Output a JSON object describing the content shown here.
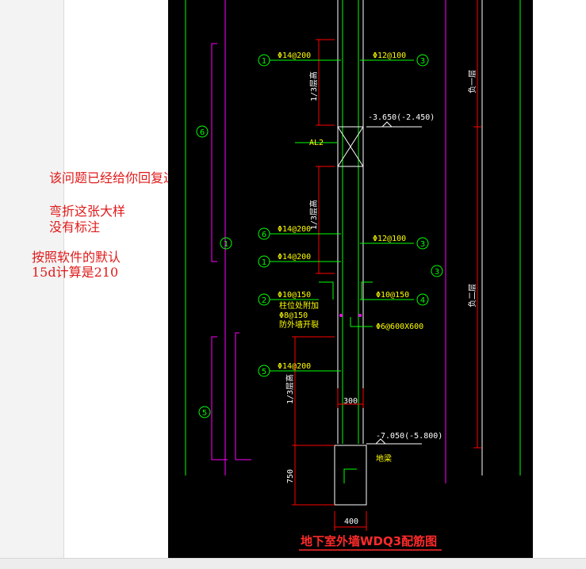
{
  "notes": [
    "该问题已经给你回复过",
    "弯折这张大样",
    "没有标注",
    "按照软件的默认",
    "15d计算是210"
  ],
  "drawing": {
    "title": "地下室外墙WDQ3配筋图",
    "labels": {
      "rebar_1_left": "Φ14@200",
      "rebar_3_right": "Φ12@100",
      "span_upper": "1/3层高",
      "elev_top": "-3.650(-2.450)",
      "beam": "AL2",
      "span_mid": "1/3层高",
      "rebar_6_left": "Φ14@200",
      "rebar_3b_right": "Φ12@100",
      "rebar_1b_left": "Φ14@200",
      "rebar_2_left": "Φ10@150",
      "note_a": "柱位处附加",
      "note_b": "Φ8@150",
      "note_c": "防外墙开裂",
      "rebar_4_right": "Φ10@150",
      "tie": "Φ6@600X600",
      "rebar_5_left": "Φ14@200",
      "span_lower": "1/3层高",
      "dim_wall": "300",
      "elev_bottom": "-7.050(-5.800)",
      "foundation": "地梁",
      "dim_750": "750",
      "dim_400": "400",
      "floor_top": "负一层",
      "floor_bottom": "负二层"
    },
    "markers": {
      "m1": "1",
      "m3": "3",
      "m6": "6",
      "m1b": "1",
      "m3b": "3",
      "m2": "2",
      "m4": "4",
      "m5": "5",
      "left_6": "6",
      "left_1": "1",
      "left_5": "5",
      "right_3": "3"
    },
    "colors": {
      "background": "#000000",
      "wall": "#ffffff",
      "dimension": "#ff0000",
      "rebar": "#00ff00",
      "annotation": "#ffff00",
      "longbar": "#ff00ff",
      "note_text": "#e01a1a"
    }
  }
}
